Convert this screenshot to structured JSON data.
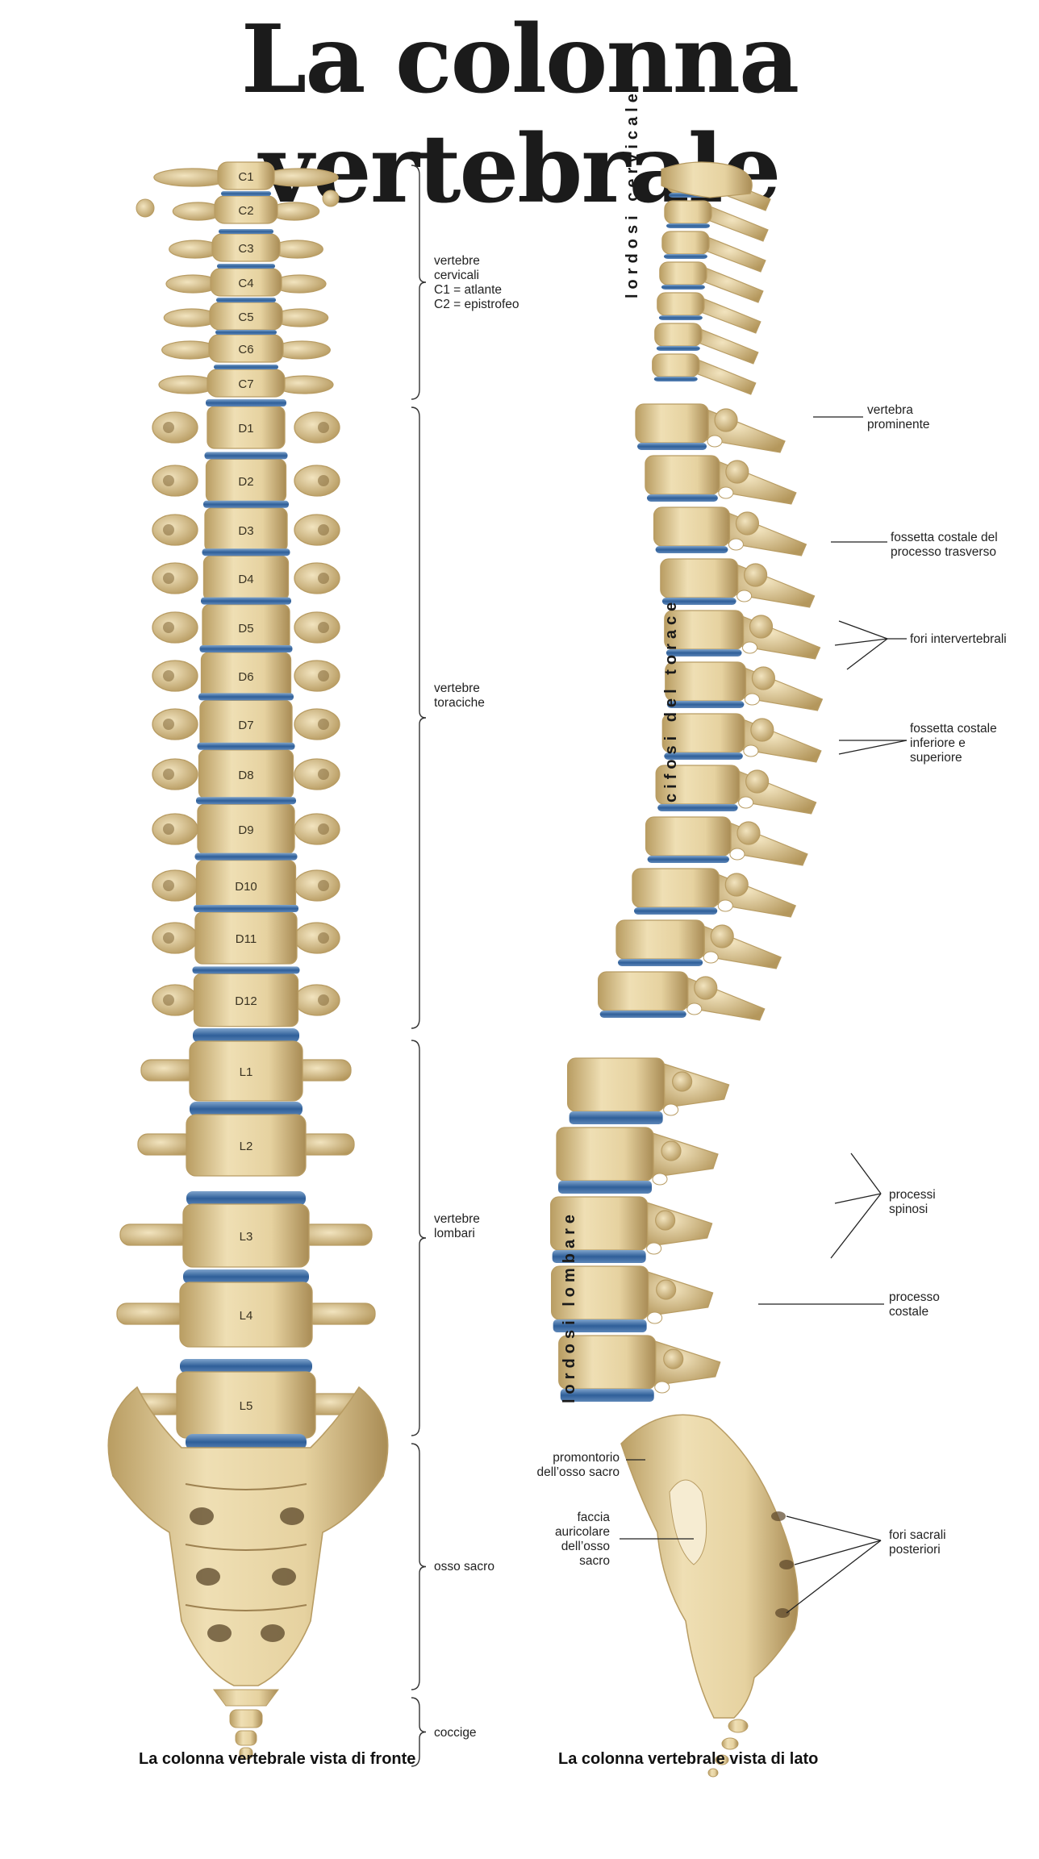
{
  "title": "La colonna vertebrale",
  "front": {
    "caption": "La colonna vertebrale vista di fronte",
    "cervical": [
      "C1",
      "C2",
      "C3",
      "C4",
      "C5",
      "C6",
      "C7"
    ],
    "thoracic": [
      "D1",
      "D2",
      "D3",
      "D4",
      "D5",
      "D6",
      "D7",
      "D8",
      "D9",
      "D10",
      "D11",
      "D12"
    ],
    "lumbar": [
      "L1",
      "L2",
      "L3",
      "L4",
      "L5"
    ],
    "groups": [
      {
        "lines": [
          "vertebre",
          "cervicali",
          "C1 = atlante",
          "C2 = epistrofeo"
        ]
      },
      {
        "lines": [
          "vertebre",
          "toraciche"
        ]
      },
      {
        "lines": [
          "vertebre",
          "lombari"
        ]
      },
      {
        "lines": [
          "osso sacro"
        ]
      },
      {
        "lines": [
          "coccige"
        ]
      }
    ]
  },
  "side": {
    "caption": "La colonna vertebrale vista di lato",
    "curves": [
      "lordosi cervicale",
      "cifosi del torace",
      "lordosi lombare"
    ],
    "labels": [
      {
        "lines": [
          "vertebra",
          "prominente"
        ]
      },
      {
        "lines": [
          "fossetta costale del",
          "processo trasverso"
        ]
      },
      {
        "lines": [
          "fori intervertebrali"
        ]
      },
      {
        "lines": [
          "fossetta costale",
          "inferiore e",
          "superiore"
        ]
      },
      {
        "lines": [
          "processi",
          "spinosi"
        ]
      },
      {
        "lines": [
          "processo",
          "costale"
        ]
      },
      {
        "lines": [
          "promontorio",
          "dell’osso sacro"
        ]
      },
      {
        "lines": [
          "faccia",
          "auricolare",
          "dell’osso",
          "sacro"
        ]
      },
      {
        "lines": [
          "fori sacrali",
          "posteriori"
        ]
      }
    ]
  },
  "colors": {
    "bone": "#e8d6a6",
    "bone_dark": "#b89c63",
    "disc": "#3c6fa8",
    "ink": "#1a1a1a"
  }
}
